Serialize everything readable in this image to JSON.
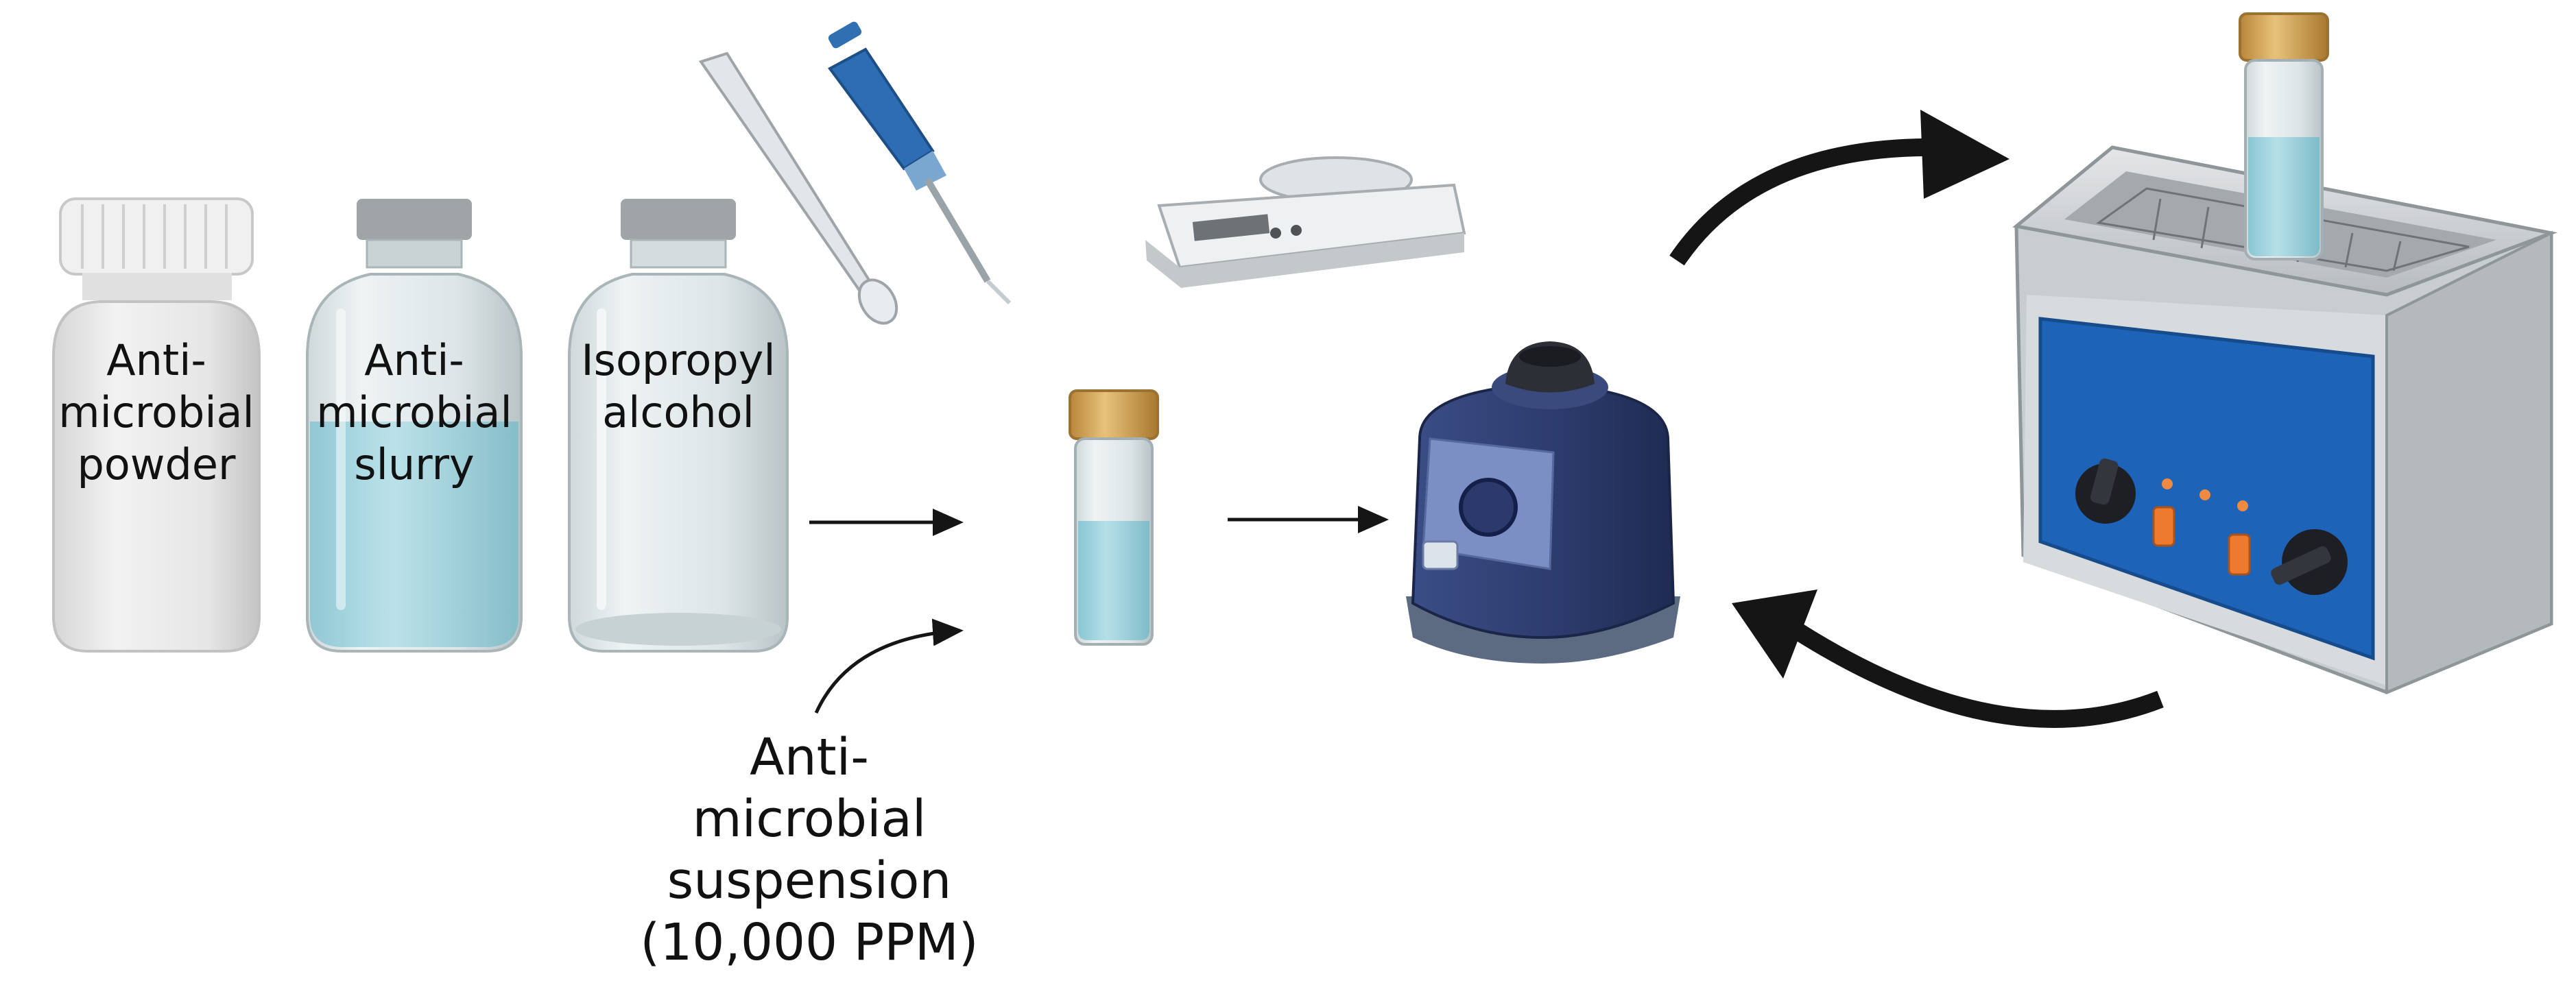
{
  "labels": {
    "powder": "Anti-\nmicrobial\npowder",
    "slurry": "Anti-\nmicrobial\nslurry",
    "isopropyl": "Isopropyl\nalcohol",
    "suspension": "Anti-\nmicrobial\nsuspension\n(10,000 PPM)"
  },
  "colors": {
    "liquid": "#9fd3de",
    "vortex_body": "#2e3f72",
    "bath_panel": "#1d63b8",
    "cap_gold": "#d9a955",
    "arrow": "#151515"
  },
  "icons": {
    "bottle_powder": "powder-bottle-icon",
    "bottle_slurry": "slurry-bottle-icon",
    "bottle_ipa": "isopropyl-bottle-icon",
    "spatula": "spatula-icon",
    "pipette": "pipette-icon",
    "balance": "analytical-balance-icon",
    "vial": "vial-icon",
    "vortex": "vortex-mixer-icon",
    "bath": "ultrasonic-bath-icon"
  }
}
